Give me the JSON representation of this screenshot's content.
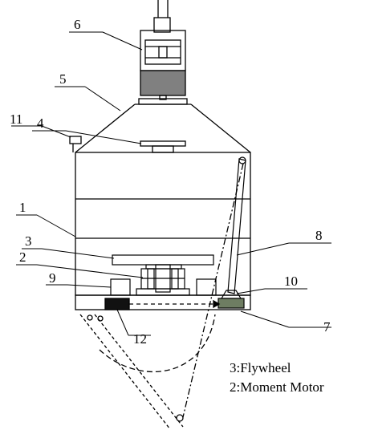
{
  "diagram": {
    "labels": {
      "l1": "1",
      "l2": "2",
      "l3": "3",
      "l4": "4",
      "l5": "5",
      "l6": "6",
      "l7": "7",
      "l8": "8",
      "l9": "9",
      "l10": "10",
      "l11": "11",
      "l12": "12"
    },
    "legend": {
      "line1": "3:Flywheel",
      "line2": "2:Moment Motor"
    },
    "colors": {
      "line": "#000000",
      "motor_body": "#808080",
      "block_dark": "#111111",
      "block_green": "#6e7d62"
    }
  }
}
